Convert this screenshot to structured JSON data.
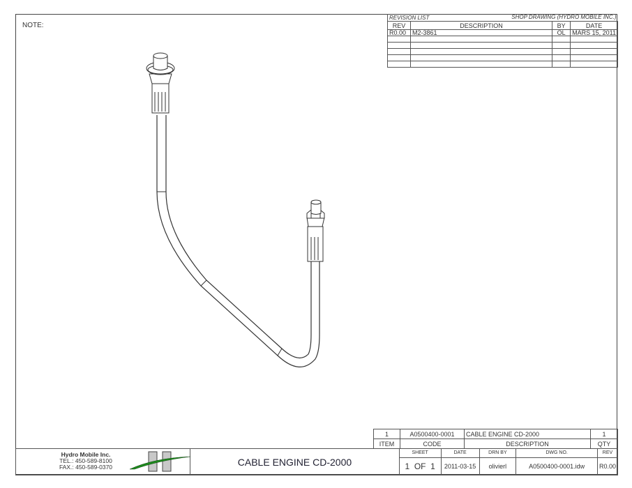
{
  "note_label": "NOTE:",
  "revision": {
    "title": "REVISION LIST",
    "subtitle": "SHOP DRAWING (HYDRO MOBILE INC.)",
    "headers": [
      "REV",
      "DESCRIPTION",
      "BY",
      "DATE"
    ],
    "rows": [
      [
        "R0.00",
        "M2-3861",
        "OL",
        "MARS 15, 2011"
      ]
    ]
  },
  "bom": {
    "headers": [
      "ITEM",
      "CODE",
      "DESCRIPTION",
      "QTY"
    ],
    "rows": [
      [
        "1",
        "A0500400-0001",
        "CABLE ENGINE CD-2000",
        "1"
      ]
    ]
  },
  "title_block": {
    "company": "Hydro Mobile Inc.",
    "tel": "TEL.: 450-589-8100",
    "fax": "FAX.: 450-589-0370",
    "drawing_title": "CABLE ENGINE CD-2000",
    "sheet_label": "SHEET",
    "sheet_value": "1  OF  1",
    "date_label": "DATE",
    "date_value": "2011-03-15",
    "drn_label": "DRN BY",
    "drn_value": "olivierl",
    "dwg_label": "DWG NO.",
    "dwg_value": "A0500400-0001.idw",
    "rev_label": "REV",
    "rev_value": "R0.00"
  },
  "colors": {
    "logo_green": "#1f8a1f",
    "logo_gray": "#c8c8c8"
  }
}
